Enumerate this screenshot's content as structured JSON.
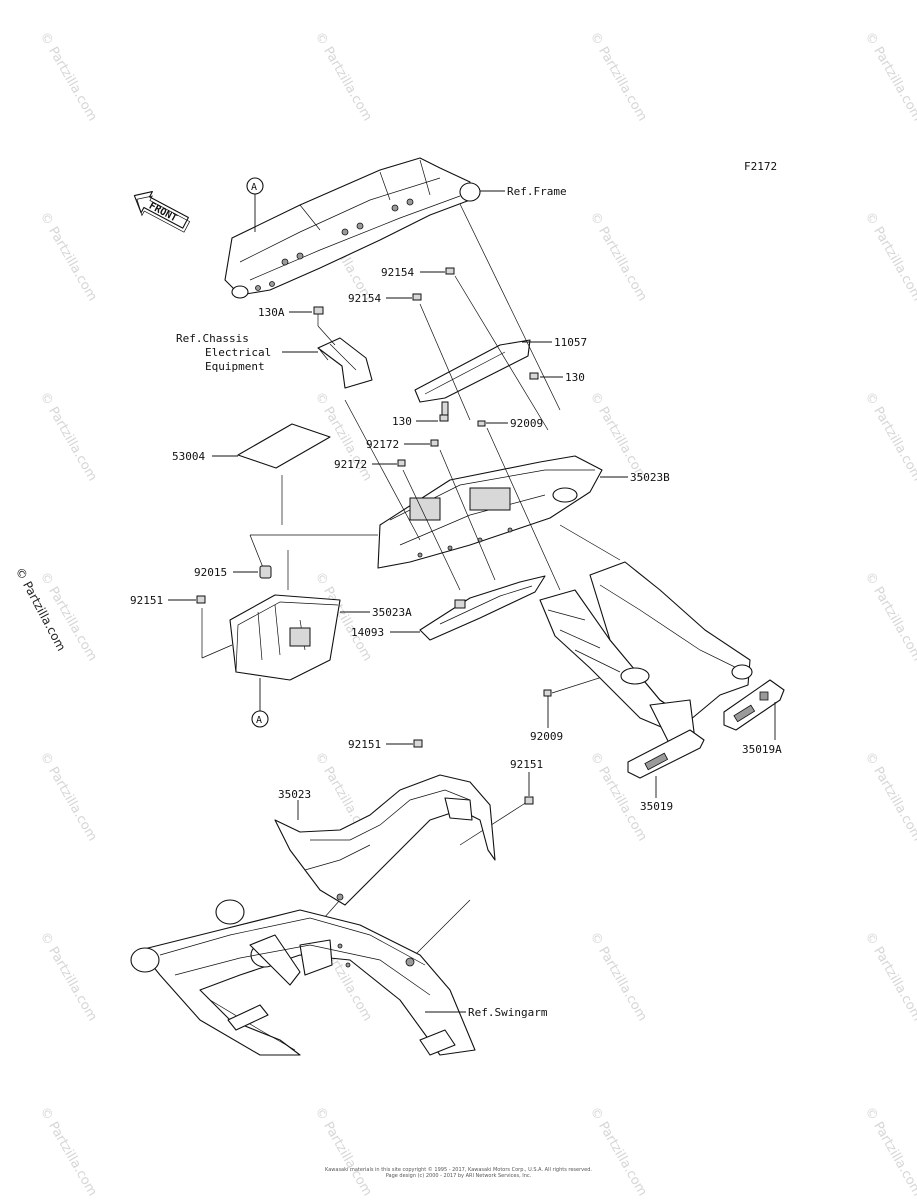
{
  "figure_code": "F2172",
  "front_label": "FRONT",
  "ref_labels": {
    "frame": "Ref.Frame",
    "chassis_line1": "Ref.Chassis",
    "chassis_line2": "Electrical",
    "chassis_line3": "Equipment",
    "swingarm": "Ref.Swingarm"
  },
  "callout_letter": "A",
  "part_numbers": {
    "p92154_top": "92154",
    "p92154_mid": "92154",
    "p130A": "130A",
    "p11057": "11057",
    "p130_right": "130",
    "p130_left": "130",
    "p92009_top": "92009",
    "p53004": "53004",
    "p92172_top": "92172",
    "p92172_left": "92172",
    "p35023B": "35023B",
    "p92015": "92015",
    "p92151_left": "92151",
    "p35023A": "35023A",
    "p14093": "14093",
    "p92009_bottom": "92009",
    "p35019A": "35019A",
    "p35019": "35019",
    "p92151_mid": "92151",
    "p92151_right": "92151",
    "p35023": "35023"
  },
  "watermark_text": "© Partzilla.com",
  "side_watermark": "© Partzilla.com",
  "footer_line1": "Kawasaki materials in this site copyright © 1995 - 2017, Kawasaki Motors Corp., U.S.A. All rights reserved.",
  "footer_line2": "Page design (c) 2000 - 2017 by ARI Network Services, Inc."
}
